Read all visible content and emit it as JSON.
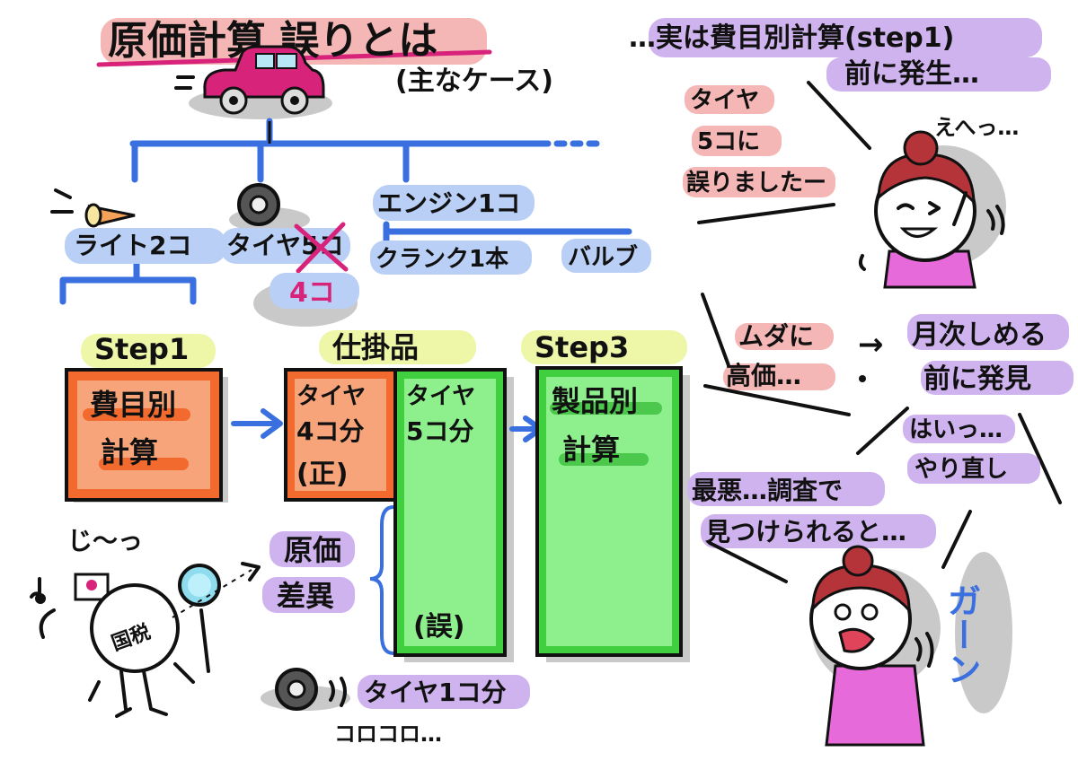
{
  "title": "原価計算 誤りとは",
  "subtitle": "(主なケース)",
  "note_top": "…実は費目別計算(step1)",
  "note_top2": "前に発生…",
  "tree": {
    "light": "ライト2コ",
    "tire": "タイヤ5コ",
    "tire_fix": "4コ",
    "engine": "エンジン1コ",
    "crank": "クランク1本",
    "valve": "バルブ"
  },
  "girl1": {
    "speech1": "タイヤ",
    "speech2": "5コに",
    "speech3": "誤りましたー",
    "exclaim": "えへっ…"
  },
  "steps": {
    "step1_label": "Step1",
    "step1_box1": "費目別",
    "step1_box2": "計算",
    "wip_label": "仕掛品",
    "wip_left1": "タイヤ",
    "wip_left2": "4コ分",
    "wip_left3": "(正)",
    "wip_right1": "タイヤ",
    "wip_right2": "5コ分",
    "wip_right3": "(誤)",
    "step3_label": "Step3",
    "step3_box1": "製品別",
    "step3_box2": "計算"
  },
  "variance1": "原価",
  "variance2": "差異",
  "tax_mark": "国税",
  "jii": "じ〜っ",
  "tire_roll1": "タイヤ1コ分",
  "tire_roll2": "コロコロ…",
  "right_notes": {
    "muda1": "ムダに",
    "muda2": "高価…",
    "arrow": "→",
    "monthly1": "月次しめる",
    "monthly2": "前に発見",
    "hai1": "はいっ…",
    "hai2": "やり直し",
    "worst1": "最悪…調査で",
    "worst2": "見つけられると…",
    "gaan": "ガーン"
  },
  "colors": {
    "orange": "#f26a2e",
    "orange_light": "#f7a47a",
    "green": "#3fcf3f",
    "green_light": "#8df08d",
    "blue_line": "#3a6fe0",
    "pink_car": "#d8237a",
    "hair": "#b5343a",
    "dress": "#e66ad9"
  }
}
